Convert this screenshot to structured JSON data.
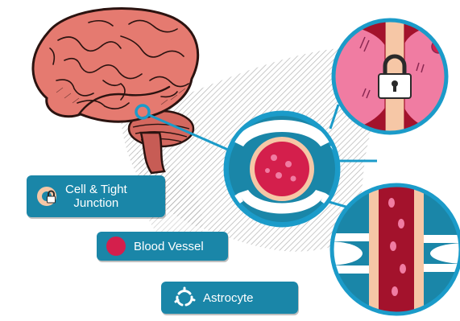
{
  "colors": {
    "legend_bg": "#1a86a8",
    "outline": "#1b9bc9",
    "vessel_red": "#d41f4c",
    "dark_red": "#9d0f27",
    "cell_pink": "#f07ca2",
    "tight_junction": "#f6c7a6",
    "brain": "#e57a70",
    "astrocyte": "#ffffff"
  },
  "legend": [
    {
      "id": "cell",
      "lines": [
        "Cell & Tight",
        "Junction"
      ],
      "icon": "cell-lock-icon"
    },
    {
      "id": "vessel",
      "label": "Blood Vessel",
      "icon": "red-dot-icon"
    },
    {
      "id": "astro",
      "label": "Astrocyte",
      "icon": "astrocyte-icon"
    }
  ]
}
